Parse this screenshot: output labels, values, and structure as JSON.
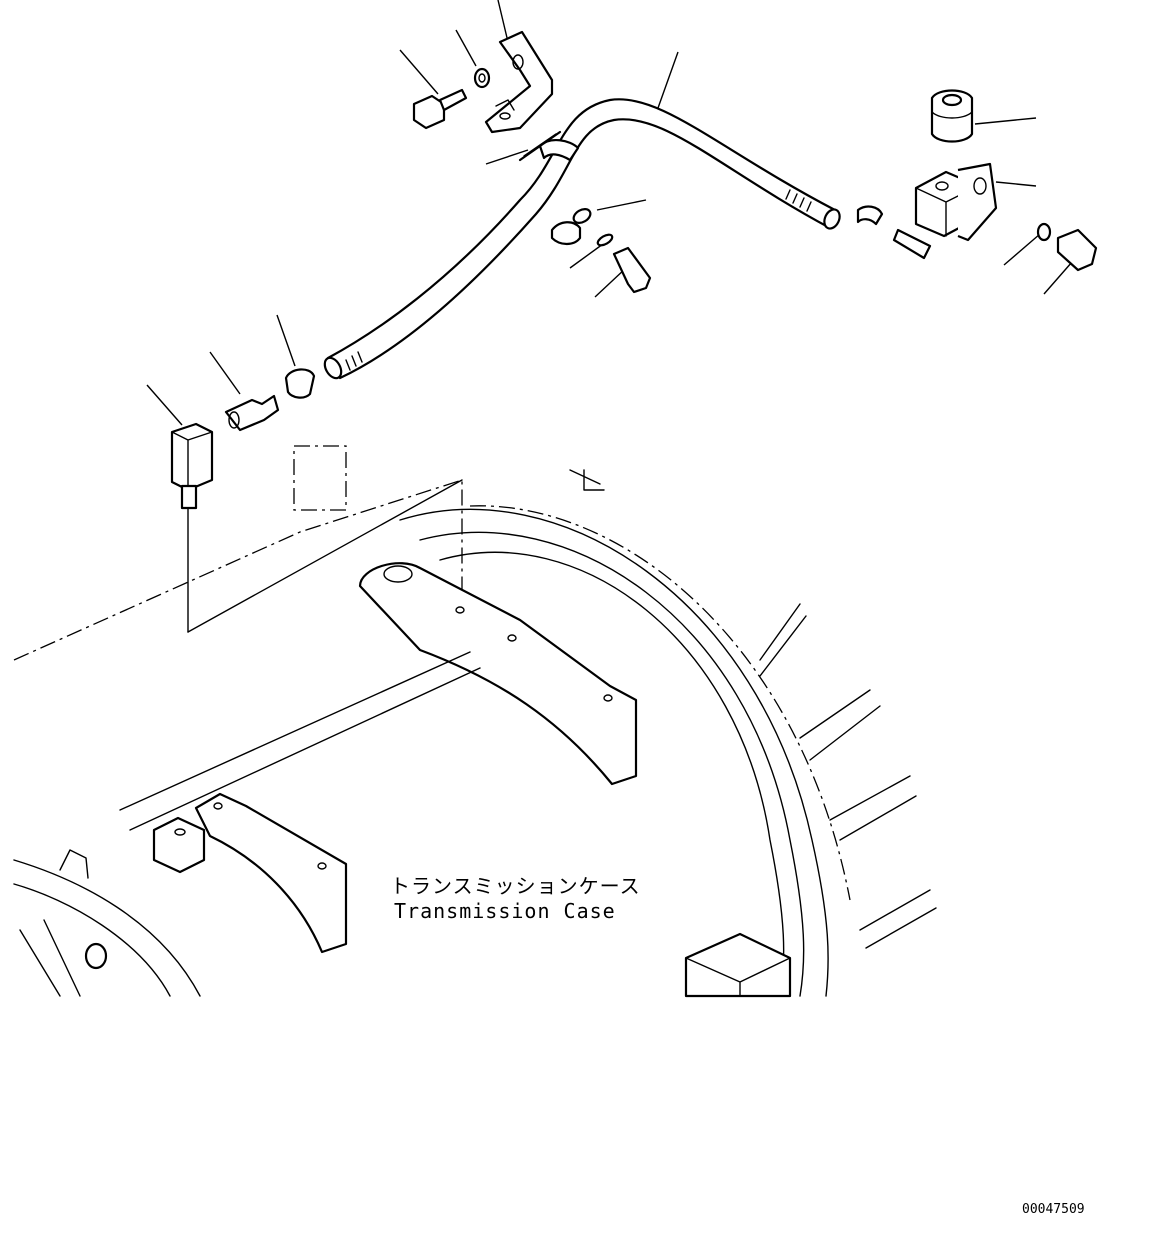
{
  "labels": {
    "case_jp": "トランスミッションケース",
    "case_en": "Transmission Case",
    "figure_code": "00047509"
  }
}
